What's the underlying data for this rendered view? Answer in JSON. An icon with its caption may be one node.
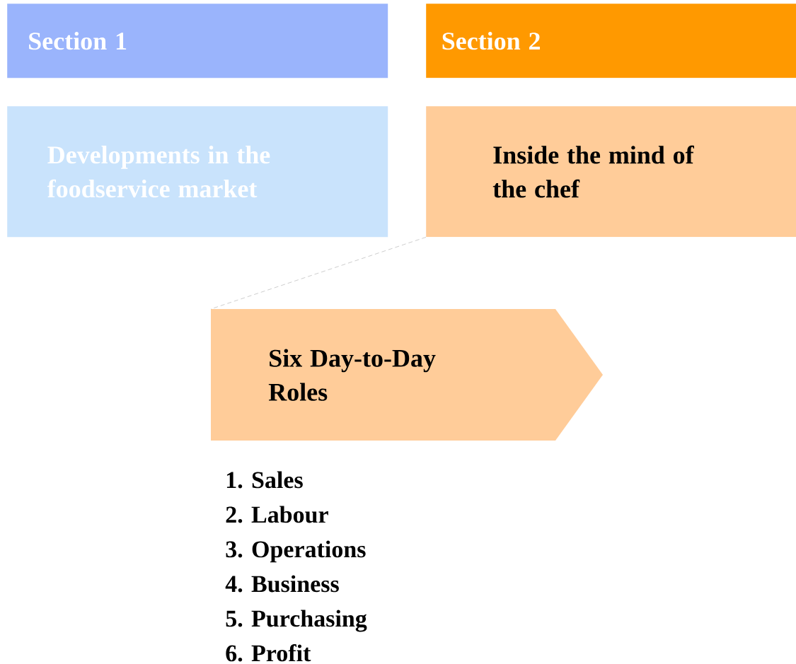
{
  "diagram": {
    "nodes": [
      {
        "text": [
          "Section 1"
        ]
      },
      {
        "text": [
          "Section 2"
        ]
      },
      {
        "text": [
          "Developments in the foodservice market"
        ]
      },
      {
        "text": [
          "Inside the mind of the chef"
        ]
      },
      {
        "text": [
          "Six Day-to-Day Roles"
        ]
      }
    ],
    "edges": [
      {
        "from": 3,
        "to": 4,
        "arrow": "none",
        "style": "dashed",
        "color": "#808080"
      }
    ],
    "labels": [
      "1. Sales",
      "2. Labour",
      "3. Operations",
      "4. Business",
      "5. Purchasing",
      "6. Profit"
    ]
  }
}
